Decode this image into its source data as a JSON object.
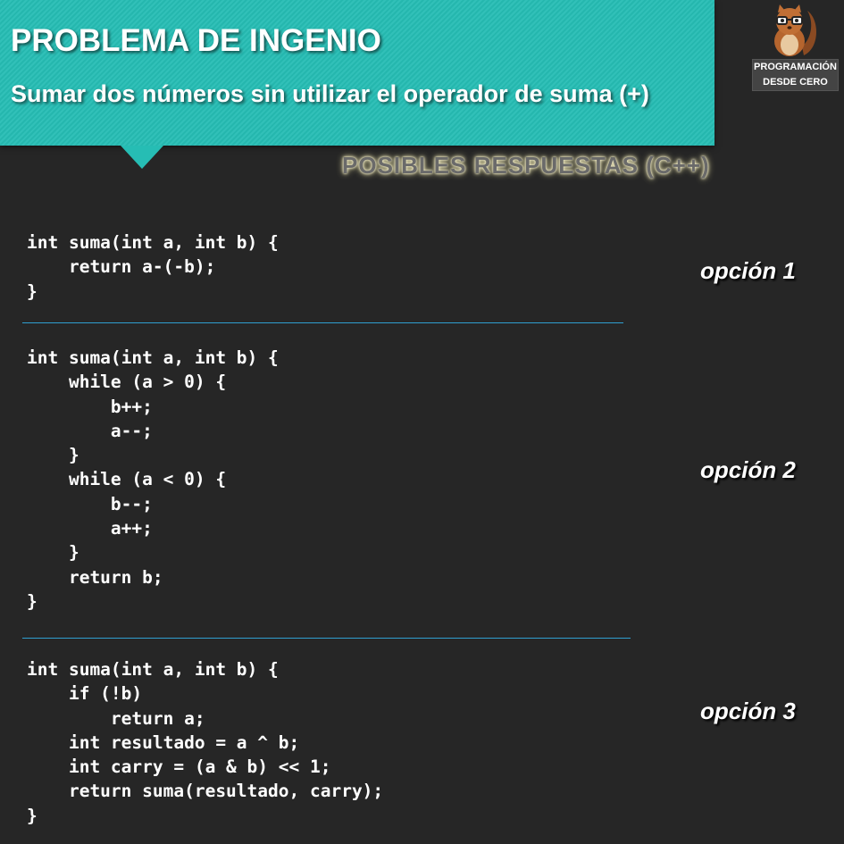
{
  "header": {
    "title": "PROBLEMA DE INGENIO",
    "subtitle": "Sumar dos números sin utilizar el operador de suma (+)"
  },
  "logo": {
    "icon": "squirrel-mascot-icon",
    "line1": "PROGRAMACIÓN",
    "line2": "DESDE CERO"
  },
  "answers_heading": "POSIBLES RESPUESTAS (C++)",
  "options": [
    {
      "label": "opción 1",
      "code": "int suma(int a, int b) {\n    return a-(-b);\n}"
    },
    {
      "label": "opción 2",
      "code": "int suma(int a, int b) {\n    while (a > 0) {\n        b++;\n        a--;\n    }\n    while (a < 0) {\n        b--;\n        a++;\n    }\n    return b;\n}"
    },
    {
      "label": "opción 3",
      "code": "int suma(int a, int b) {\n    if (!b)\n        return a;\n    int resultado = a ^ b;\n    int carry = (a & b) << 1;\n    return suma(resultado, carry);\n}"
    }
  ],
  "colors": {
    "background": "#262626",
    "banner": "#26bdb4",
    "divider": "#2f9fd0",
    "text": "#ffffff"
  }
}
